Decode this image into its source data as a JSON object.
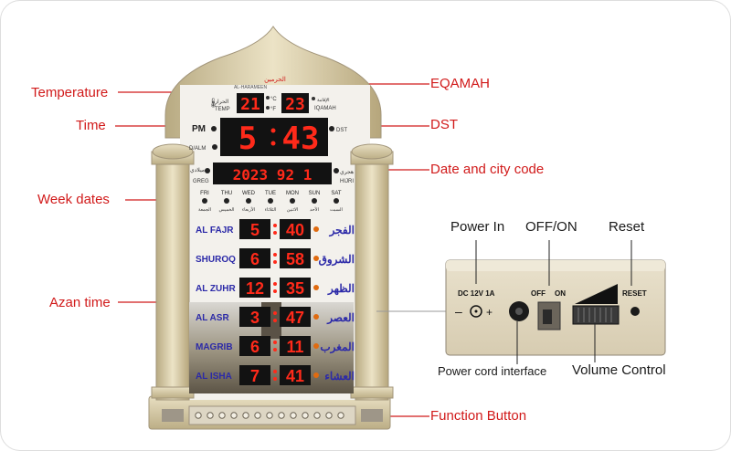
{
  "callouts": {
    "temperature": "Temperature",
    "time": "Time",
    "week_dates": "Week dates",
    "azan_time": "Azan time",
    "eqamah": "EQAMAH",
    "dst": "DST",
    "date_city": "Date and city code",
    "function_button": "Function Button",
    "power_in": "Power In",
    "off_on": "OFF/ON",
    "reset": "Reset",
    "power_cord": "Power cord interface",
    "volume_control": "Volume Control"
  },
  "clock": {
    "brand_ar": "الحرمين",
    "brand_en": "AL-HARAMEEN",
    "temp_label_ar": "الحرارة",
    "temp_label_en": "TEMP",
    "temp_value": "21",
    "unit_c": "°C",
    "unit_f": "°F",
    "eqamah_label_ar": "الإقامة",
    "eqamah_label_en": "IQAMAH",
    "eqamah_value": "23",
    "pm": "PM",
    "dalm": "D/ALM",
    "dst": "DST",
    "time_hours": "5",
    "time_minutes": "43",
    "greg_ar": "ميلادي",
    "greg_en": "GREG",
    "hijri_ar": "هجري",
    "hijri_en": "HIJRI",
    "date_value": "2023 92 1",
    "week_en": [
      "FRI",
      "THU",
      "WED",
      "TUE",
      "MON",
      "SUN",
      "SAT"
    ],
    "week_ar": [
      "الجمعة",
      "الخميس",
      "الأربعاء",
      "الثلاثاء",
      "الاثنين",
      "الأحد",
      "السبت"
    ],
    "prayers": [
      {
        "en": "AL FAJR",
        "ar": "الفجر",
        "h": "5",
        "m": "40"
      },
      {
        "en": "SHUROQ",
        "ar": "الشروق",
        "h": "6",
        "m": "58"
      },
      {
        "en": "AL ZUHR",
        "ar": "الظهر",
        "h": "12",
        "m": "35"
      },
      {
        "en": "AL ASR",
        "ar": "العصر",
        "h": "3",
        "m": "47"
      },
      {
        "en": "MAGRIB",
        "ar": "المغرب",
        "h": "6",
        "m": "11"
      },
      {
        "en": "AL ISHA",
        "ar": "العشاء",
        "h": "7",
        "m": "41"
      }
    ]
  },
  "panel": {
    "dc": "DC 12V 1A",
    "off": "OFF",
    "on": "ON",
    "reset": "RESET",
    "minus": "–",
    "plus": "+"
  },
  "colors": {
    "callout_red": "#d11a1a",
    "led_red": "#ff2a1a",
    "gold": "#cdbf98",
    "prayer_blue": "#2c2aa8"
  }
}
